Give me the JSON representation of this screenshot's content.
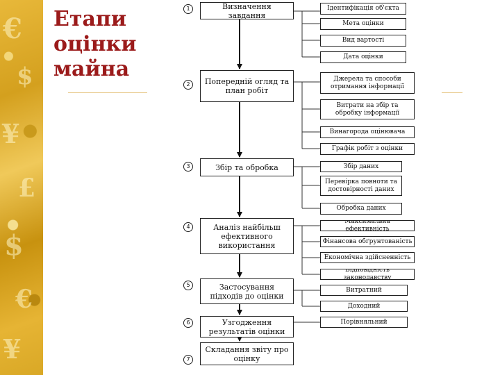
{
  "slide": {
    "title_lines": [
      "Етапи",
      "оцінки",
      "майна"
    ]
  },
  "steps": [
    {
      "number": "1",
      "label": "Визначення завдання",
      "subs": [
        "Ідентифікація об'єкта",
        "Мета оцінки",
        "Вид вартості",
        "Дата оцінки"
      ]
    },
    {
      "number": "2",
      "label": "Попередній огляд та план робіт",
      "subs": [
        "Джерела та способи отримання інформації",
        "Витрати на збір та обробку інформації",
        "Винагорода оцінювача",
        "Графік робіт з оцінки"
      ]
    },
    {
      "number": "3",
      "label": "Збір та обробка",
      "subs": [
        "Збір даних",
        "Перевірка повноти та достовірності даних",
        "Обробка даних"
      ]
    },
    {
      "number": "4",
      "label": "Аналіз найбільш ефективного використання",
      "subs": [
        "Максимальна ефективність",
        "Фінансова обґрунтованість",
        "Економічна здійсненність",
        "Відповідність законодавству"
      ]
    },
    {
      "number": "5",
      "label": "Застосування підходів до оцінки",
      "subs": [
        "Витратний",
        "Доходний"
      ]
    },
    {
      "number": "6",
      "label": "Узгодження результатів оцінки",
      "subs": [
        "Порівняльний"
      ]
    },
    {
      "number": "7",
      "label": "Складання звіту про оцінку",
      "subs": []
    }
  ]
}
